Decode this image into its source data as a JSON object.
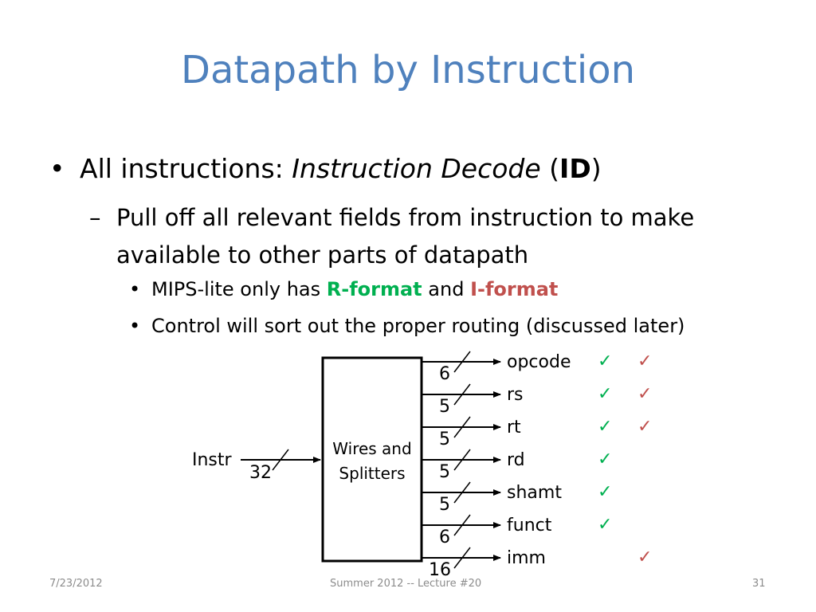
{
  "slide": {
    "title": "Datapath by Instruction",
    "bullet1": {
      "prefix": "All instructions:  ",
      "italic": "Instruction Decode",
      "mid": "  (",
      "bold": "ID",
      "suffix": ")"
    },
    "bullet2": "Pull off all relevant fields from instruction to make available to other parts of datapath",
    "bullet3": {
      "prefix": "MIPS-lite only has ",
      "rformat": "R-format",
      "mid": " and ",
      "iformat": "I-format"
    },
    "bullet4": "Control will sort out the proper routing (discussed later)"
  },
  "diagram": {
    "input_label": "Instr",
    "input_width": "32",
    "box_line1": "Wires and",
    "box_line2": "Splitters",
    "check_glyph": "✓",
    "check_color": "#00b050",
    "check_color_i": "#c0504d",
    "fields": [
      {
        "name": "opcode",
        "width": "6",
        "r": true,
        "i": true
      },
      {
        "name": "rs",
        "width": "5",
        "r": true,
        "i": true
      },
      {
        "name": "rt",
        "width": "5",
        "r": true,
        "i": true
      },
      {
        "name": "rd",
        "width": "5",
        "r": true,
        "i": false
      },
      {
        "name": "shamt",
        "width": "5",
        "r": true,
        "i": false
      },
      {
        "name": "funct",
        "width": "6",
        "r": true,
        "i": false
      },
      {
        "name": "imm",
        "width": "16",
        "r": false,
        "i": true
      }
    ]
  },
  "footer": {
    "date": "7/23/2012",
    "center": "Summer 2012 -- Lecture #20",
    "page": "31"
  }
}
